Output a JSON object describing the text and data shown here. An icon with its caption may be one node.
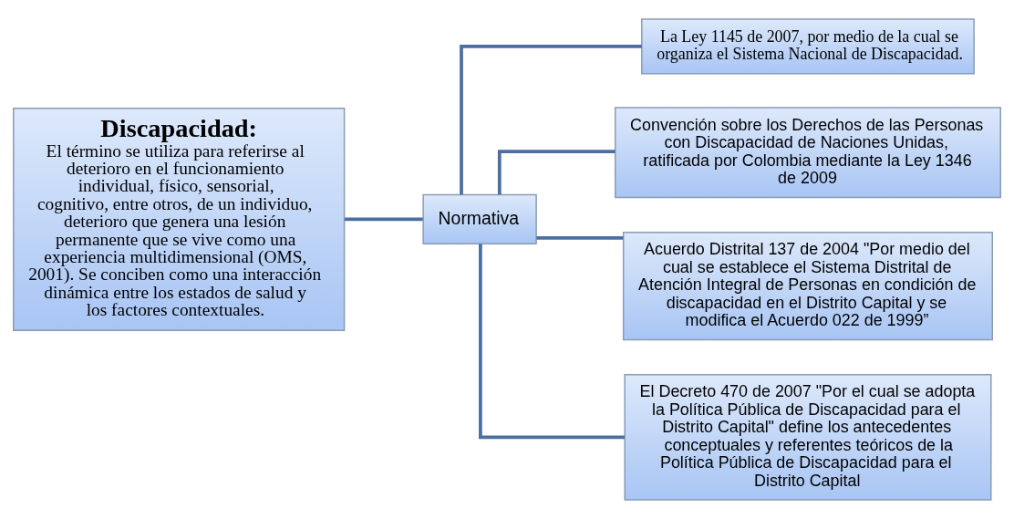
{
  "diagram": {
    "nodes": [
      {
        "text": [
          "Discapacidad:",
          "El término se utiliza para referirse al deterioro en el funcionamiento individual, físico, sensorial, cognitivo, entre otros, de un individuo, deterioro que genera una lesión permanente que se vive como una experiencia multidimensional (OMS, 2001). Se conciben como una interacción dinámica entre los estados de salud y los factores contextuales."
        ]
      },
      {
        "text": [
          "Normativa"
        ]
      },
      {
        "text": [
          "La Ley 1145 de 2007, por medio de la cual se organiza el Sistema Nacional de Discapacidad."
        ]
      },
      {
        "text": [
          "Convención sobre los Derechos de las Personas con Discapacidad de Naciones Unidas, ratificada por Colombia mediante la Ley 1346 de 2009"
        ]
      },
      {
        "text": [
          "Acuerdo Distrital 137 de 2004 \"Por medio del cual se establece el Sistema Distrital de Atención Integral de Personas en condición de discapacidad en el Distrito Capital y se modifica el Acuerdo 022 de 1999”"
        ]
      },
      {
        "text": [
          "El Decreto 470 de 2007 \"Por el cual se adopta la Política Pública de Discapacidad para el Distrito Capital\" define los antecedentes conceptuales y referentes teóricos de la Política Pública de Discapacidad para el Distrito Capital"
        ]
      }
    ],
    "edges": [
      {
        "from": 0,
        "to": 1,
        "arrow": "none"
      },
      {
        "from": 1,
        "to": 2,
        "arrow": "none"
      },
      {
        "from": 1,
        "to": 3,
        "arrow": "none"
      },
      {
        "from": 1,
        "to": 4,
        "arrow": "none"
      },
      {
        "from": 1,
        "to": 5,
        "arrow": "none"
      }
    ]
  }
}
